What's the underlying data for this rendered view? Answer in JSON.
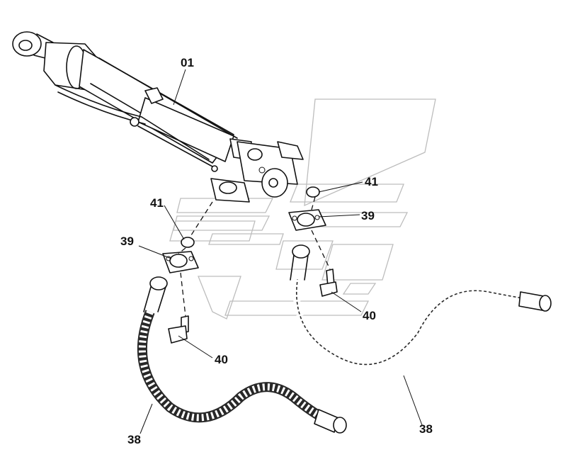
{
  "callouts": [
    {
      "id": "cyl",
      "label": "01"
    },
    {
      "id": "oring-right",
      "label": "41"
    },
    {
      "id": "oring-left",
      "label": "41"
    },
    {
      "id": "flange-right",
      "label": "39"
    },
    {
      "id": "flange-left",
      "label": "39"
    },
    {
      "id": "bolt-right",
      "label": "40"
    },
    {
      "id": "bolt-left",
      "label": "40"
    },
    {
      "id": "hose-right",
      "label": "38"
    },
    {
      "id": "hose-left",
      "label": "38"
    }
  ],
  "colors": {
    "line": "#111111",
    "watermark": "#bdbdbd"
  }
}
